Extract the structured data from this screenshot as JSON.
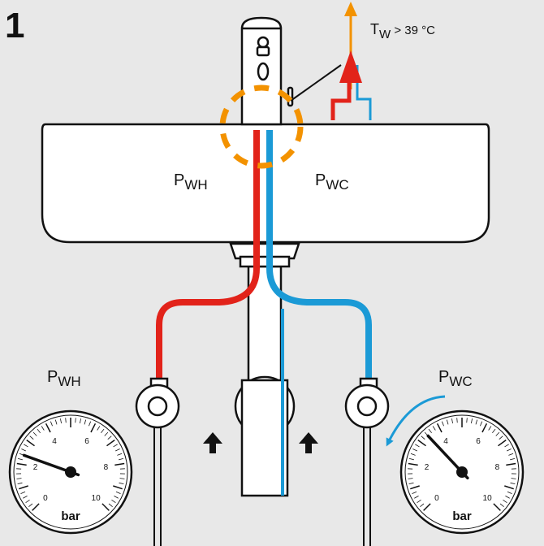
{
  "step_number": "1",
  "temperature_label": {
    "main": "T",
    "sub": "W",
    "rest": " > 39 °C"
  },
  "basin_labels": {
    "hot": {
      "main": "P",
      "sub": "WH"
    },
    "cold": {
      "main": "P",
      "sub": "WC"
    }
  },
  "gauges": [
    {
      "id": "hot",
      "label": {
        "main": "P",
        "sub": "WH"
      },
      "unit": "bar",
      "ticks": [
        "0",
        "2",
        "4",
        "6",
        "8",
        "10"
      ],
      "reading": 2.4
    },
    {
      "id": "cold",
      "label": {
        "main": "P",
        "sub": "WC"
      },
      "unit": "bar",
      "ticks": [
        "0",
        "2",
        "4",
        "6",
        "8",
        "10"
      ],
      "reading": 3.4
    }
  ],
  "colors": {
    "background": "#e8e8e8",
    "hot_water": "#e2231a",
    "cold_water": "#1b9ad6",
    "highlight": "#f39200",
    "outline": "#111111",
    "fill": "#ffffff"
  },
  "icons": [
    "flow-up-arrow",
    "temperature-arrow",
    "rotation-arrow"
  ]
}
